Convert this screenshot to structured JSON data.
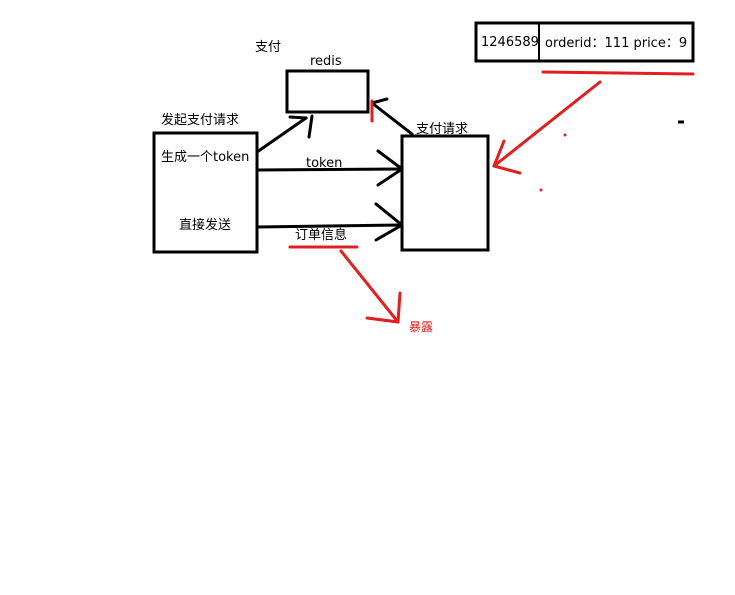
{
  "labels": {
    "pay": "支付",
    "redis": "redis",
    "initiate_pay_request": "发起支付请求",
    "generate_token": "生成一个token",
    "direct_send": "直接发送",
    "token_arrow": "token",
    "order_info": "订单信息",
    "pay_request": "支付请求",
    "exposed": "暴露"
  },
  "store_record": {
    "key": "1246589",
    "value": "orderid：111  price：9"
  },
  "colors": {
    "ink": "#000000",
    "annotation": "#e02020",
    "background": "#ffffff"
  }
}
